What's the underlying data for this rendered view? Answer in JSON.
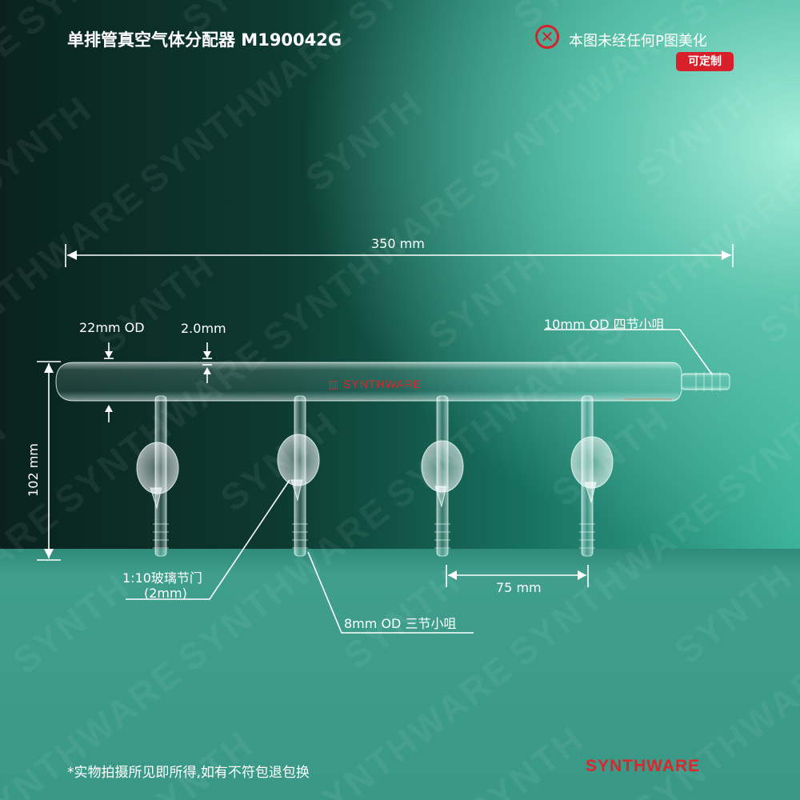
{
  "title": "单排管真空气体分配器 M190042G",
  "badge": {
    "no_edit": "本图未经任何P图美化",
    "custom": "可定制",
    "icon": "x-circle-icon"
  },
  "watermark": "SYNTHWARE",
  "tube_logo": "SYNTHWARE",
  "dimensions": {
    "length": "350 mm",
    "outer_diameter": "22mm OD",
    "wall": "2.0mm",
    "height": "102 mm",
    "outlet": "10mm OD 四节小咀",
    "stopcock_line1": "1:10玻璃节门",
    "stopcock_line2": "(2mm)",
    "hose": "8mm OD 三节小咀",
    "spacing": "75 mm"
  },
  "footer": {
    "note": "*实物拍摄所见即所得,如有不符包退包换",
    "brand": "SYNTHWARE"
  },
  "colors": {
    "accent": "#d8202a",
    "dark_bg": "#0a221d",
    "teal": "#3f9e8c"
  }
}
